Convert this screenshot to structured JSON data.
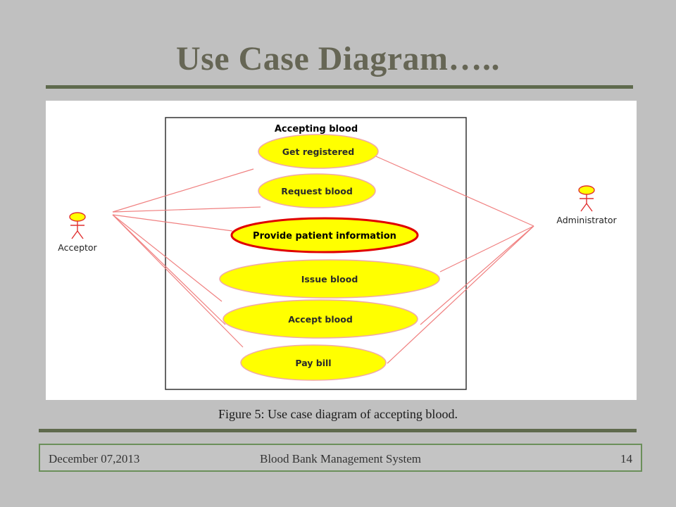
{
  "slide": {
    "title": "Use Case Diagram…..",
    "caption": "Figure  5: Use case diagram of  accepting blood."
  },
  "diagram": {
    "system_boundary_label": "Accepting blood",
    "actors": [
      {
        "id": "acceptor",
        "name": "Acceptor"
      },
      {
        "id": "administrator",
        "name": "Administrator"
      }
    ],
    "use_cases": [
      {
        "id": "get-registered",
        "label": "Get registered"
      },
      {
        "id": "request-blood",
        "label": "Request blood"
      },
      {
        "id": "provide-patient-information",
        "label": "Provide patient information",
        "highlighted": true
      },
      {
        "id": "issue-blood",
        "label": "Issue blood"
      },
      {
        "id": "accept-blood",
        "label": "Accept blood"
      },
      {
        "id": "pay-bill",
        "label": "Pay bill"
      }
    ],
    "colors": {
      "use_case_fill": "#ffff00",
      "use_case_stroke": "#f0a8a8",
      "highlight_stroke": "#e00000",
      "association_line": "#f08080",
      "actor_head_fill": "#ffff00",
      "actor_stroke": "#e03030"
    }
  },
  "footer": {
    "date": "December  07,2013",
    "center": "Blood Bank Management  System",
    "page_number": "14"
  }
}
